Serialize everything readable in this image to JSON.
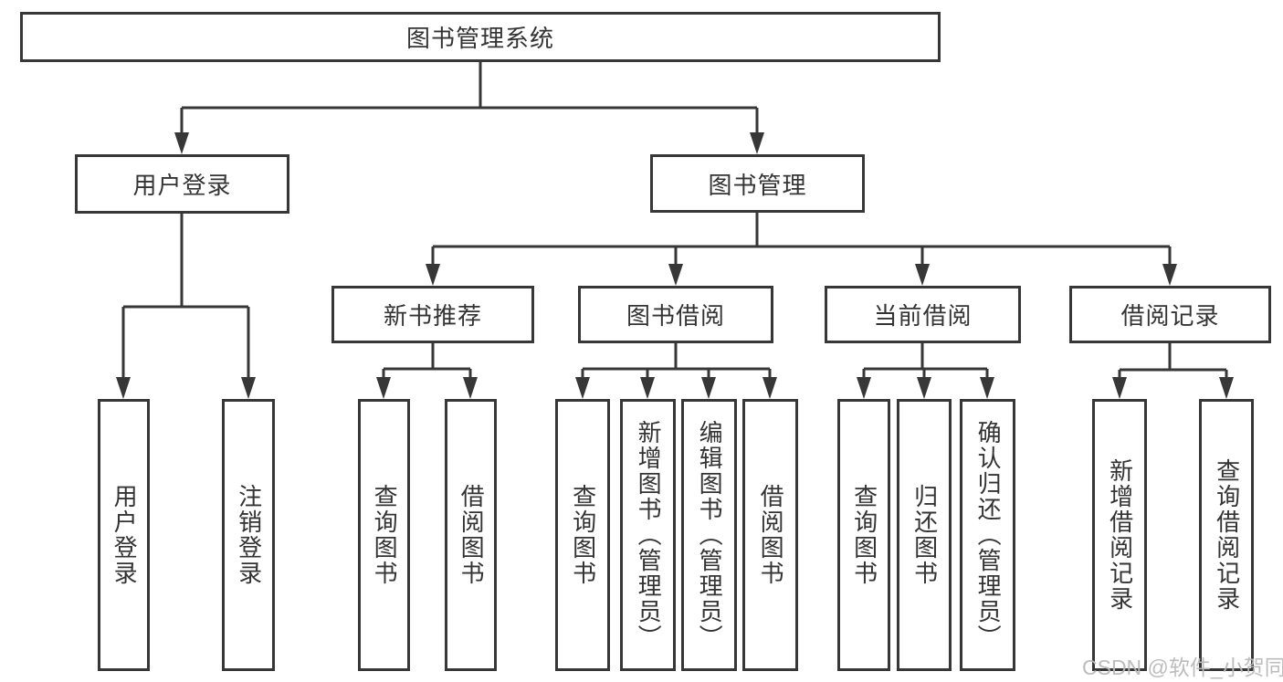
{
  "colors": {
    "line": "#373737",
    "box_border": "#373737",
    "box_fill": "#ffffff",
    "text": "#333333",
    "watermark": "#b9b9b9",
    "background": "#ffffff"
  },
  "watermark": {
    "text": "CSDN @软件_小贺同学"
  },
  "tree": {
    "root": {
      "label": "图书管理系统"
    },
    "branches": [
      {
        "label": "用户登录",
        "children": [
          {
            "label": "用户登录"
          },
          {
            "label": "注销登录"
          }
        ]
      },
      {
        "label": "图书管理",
        "children": [
          {
            "label": "新书推荐",
            "children": [
              {
                "label": "查询图书"
              },
              {
                "label": "借阅图书"
              }
            ]
          },
          {
            "label": "图书借阅",
            "children": [
              {
                "label": "查询图书"
              },
              {
                "label": "新增图书（管理员）"
              },
              {
                "label": "编辑图书（管理员）"
              },
              {
                "label": "借阅图书"
              }
            ]
          },
          {
            "label": "当前借阅",
            "children": [
              {
                "label": "查询图书"
              },
              {
                "label": "归还图书"
              },
              {
                "label": "确认归还（管理员）"
              }
            ]
          },
          {
            "label": "借阅记录",
            "children": [
              {
                "label": "新增借阅记录"
              },
              {
                "label": "查询借阅记录"
              }
            ]
          }
        ]
      }
    ]
  }
}
